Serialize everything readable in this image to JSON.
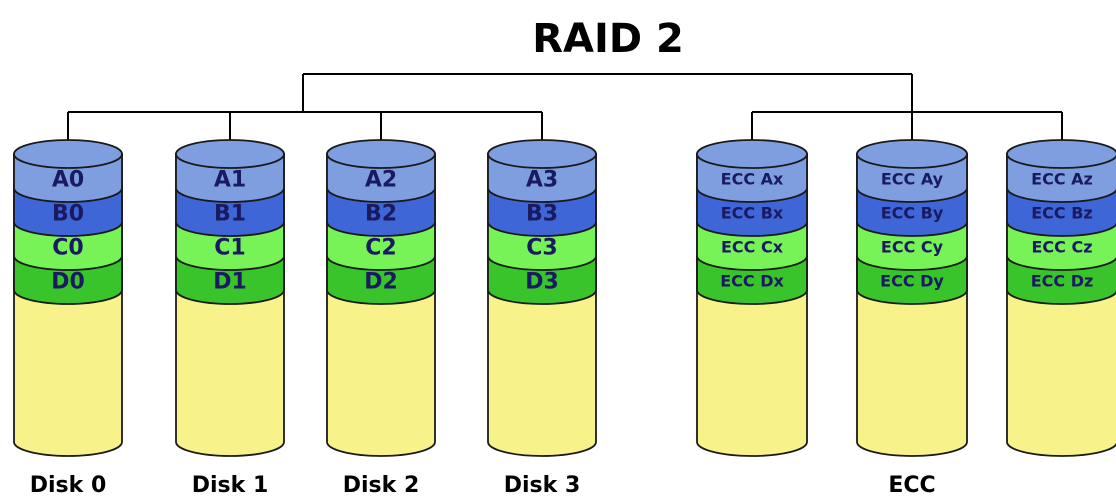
{
  "title": "RAID 2",
  "colors": {
    "A": "#7f9ee0",
    "B": "#3f66d6",
    "C": "#77f257",
    "D": "#38c42a",
    "empty": "#f7f28a",
    "outline": "#1a1a1a",
    "text": "#1a1a60"
  },
  "data_disks": [
    {
      "label": "Disk 0",
      "blocks": [
        "A0",
        "B0",
        "C0",
        "D0"
      ]
    },
    {
      "label": "Disk 1",
      "blocks": [
        "A1",
        "B1",
        "C1",
        "D1"
      ]
    },
    {
      "label": "Disk 2",
      "blocks": [
        "A2",
        "B2",
        "C2",
        "D2"
      ]
    },
    {
      "label": "Disk 3",
      "blocks": [
        "A3",
        "B3",
        "C3",
        "D3"
      ]
    }
  ],
  "ecc_disks": [
    {
      "blocks": [
        "ECC Ax",
        "ECC Bx",
        "ECC Cx",
        "ECC Dx"
      ]
    },
    {
      "blocks": [
        "ECC Ay",
        "ECC By",
        "ECC Cy",
        "ECC Dy"
      ]
    },
    {
      "blocks": [
        "ECC Az",
        "ECC Bz",
        "ECC Cz",
        "ECC Dz"
      ]
    }
  ],
  "ecc_group_label": "ECC"
}
